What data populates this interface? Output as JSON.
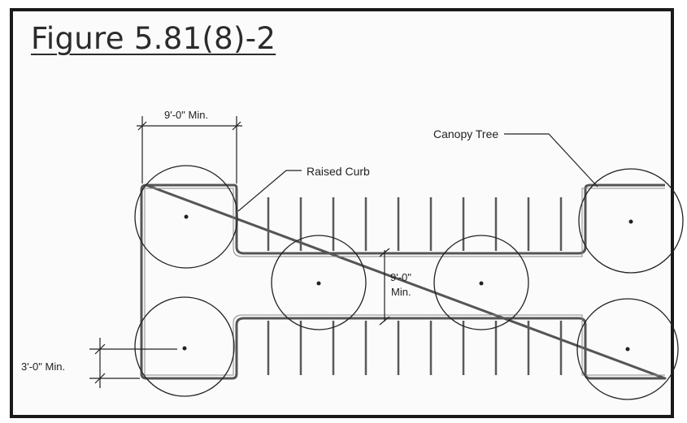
{
  "figure": {
    "title": "Figure 5.81(8)-2"
  },
  "labels": {
    "width_top": "9'-0\" Min.",
    "raised_curb": "Raised Curb",
    "canopy_tree": "Canopy Tree",
    "width_middle_line1": "9'-0\"",
    "width_middle_line2": "Min.",
    "offset_left": "3'-0\" Min."
  },
  "colors": {
    "frame": "#1a1a1a",
    "curb": "#555555",
    "stall_lines": "#5a5a5a",
    "tree_outline": "#222222"
  }
}
